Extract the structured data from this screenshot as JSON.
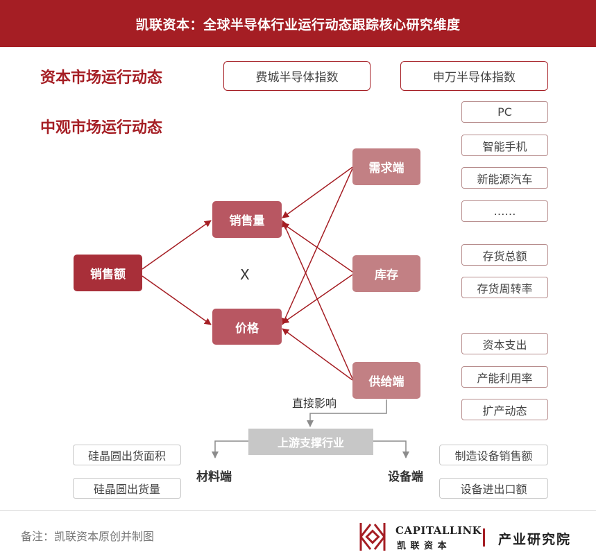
{
  "header": {
    "title": "凯联资本：全球半导体行业运行动态跟踪核心研究维度"
  },
  "sections": {
    "capital": "资本市场运行动态",
    "meso": "中观市场运行动态"
  },
  "capital_indices": [
    "费城半导体指数",
    "申万半导体指数"
  ],
  "nodes": {
    "sales_amount": "销售额",
    "sales_volume": "销售量",
    "price": "价格",
    "times": "X",
    "demand": "需求端",
    "inventory": "库存",
    "supply": "供给端"
  },
  "demand_items": [
    "PC",
    "智能手机",
    "新能源汽车",
    "……"
  ],
  "inventory_items": [
    "存货总额",
    "存货周转率"
  ],
  "supply_items": [
    "资本支出",
    "产能利用率",
    "扩产动态"
  ],
  "upstream": {
    "direct_influence": "直接影响",
    "bar": "上游支撑行业",
    "materials": "材料端",
    "equipment": "设备端",
    "materials_items": [
      "硅晶圆出货面积",
      "硅晶圆出货量"
    ],
    "equipment_items": [
      "制造设备销售额",
      "设备进出口额"
    ]
  },
  "footer": {
    "note": "备注：凯联资本原创并制图",
    "logo_en": "CAPITALLINK",
    "logo_cn": "凯 联 资 本",
    "institute": "产业研究院"
  },
  "colors": {
    "brand_red": "#a51e24",
    "node_dark": "#a82f39",
    "node_light": "#c28084",
    "gray_bar": "#c7c7c7"
  }
}
